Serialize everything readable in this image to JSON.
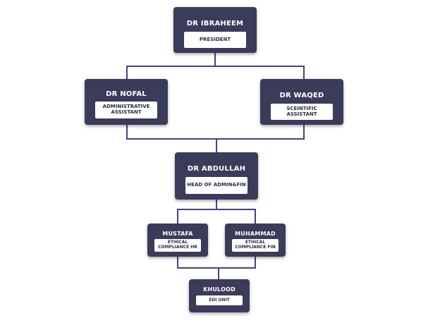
{
  "colors": {
    "card": "#3b3b5a",
    "connector": "#4a3f86",
    "role_bg": "#ffffff"
  },
  "nodes": {
    "ibraheem": {
      "name": "DR IBRAHEEM",
      "role": "PRESIDENT"
    },
    "nofal": {
      "name": "DR NOFAL",
      "role": "ADMINISTRATIVE ASSISTANT"
    },
    "waqed": {
      "name": "DR WAQED",
      "role": "SCEINTIFIC ASSISTANT"
    },
    "abdullah": {
      "name": "DR ABDULLAH",
      "role": "HEAD OF ADMIN&FIN"
    },
    "mustafa": {
      "name": "MUSTAFA",
      "role": "ETHICAL COMPLIANCE HR"
    },
    "muhammad": {
      "name": "MUHAMMAD",
      "role": "ETHICAL COMPLIANCE FIN"
    },
    "khulood": {
      "name": "KHULOOD",
      "role": "EDI UNIT"
    }
  }
}
